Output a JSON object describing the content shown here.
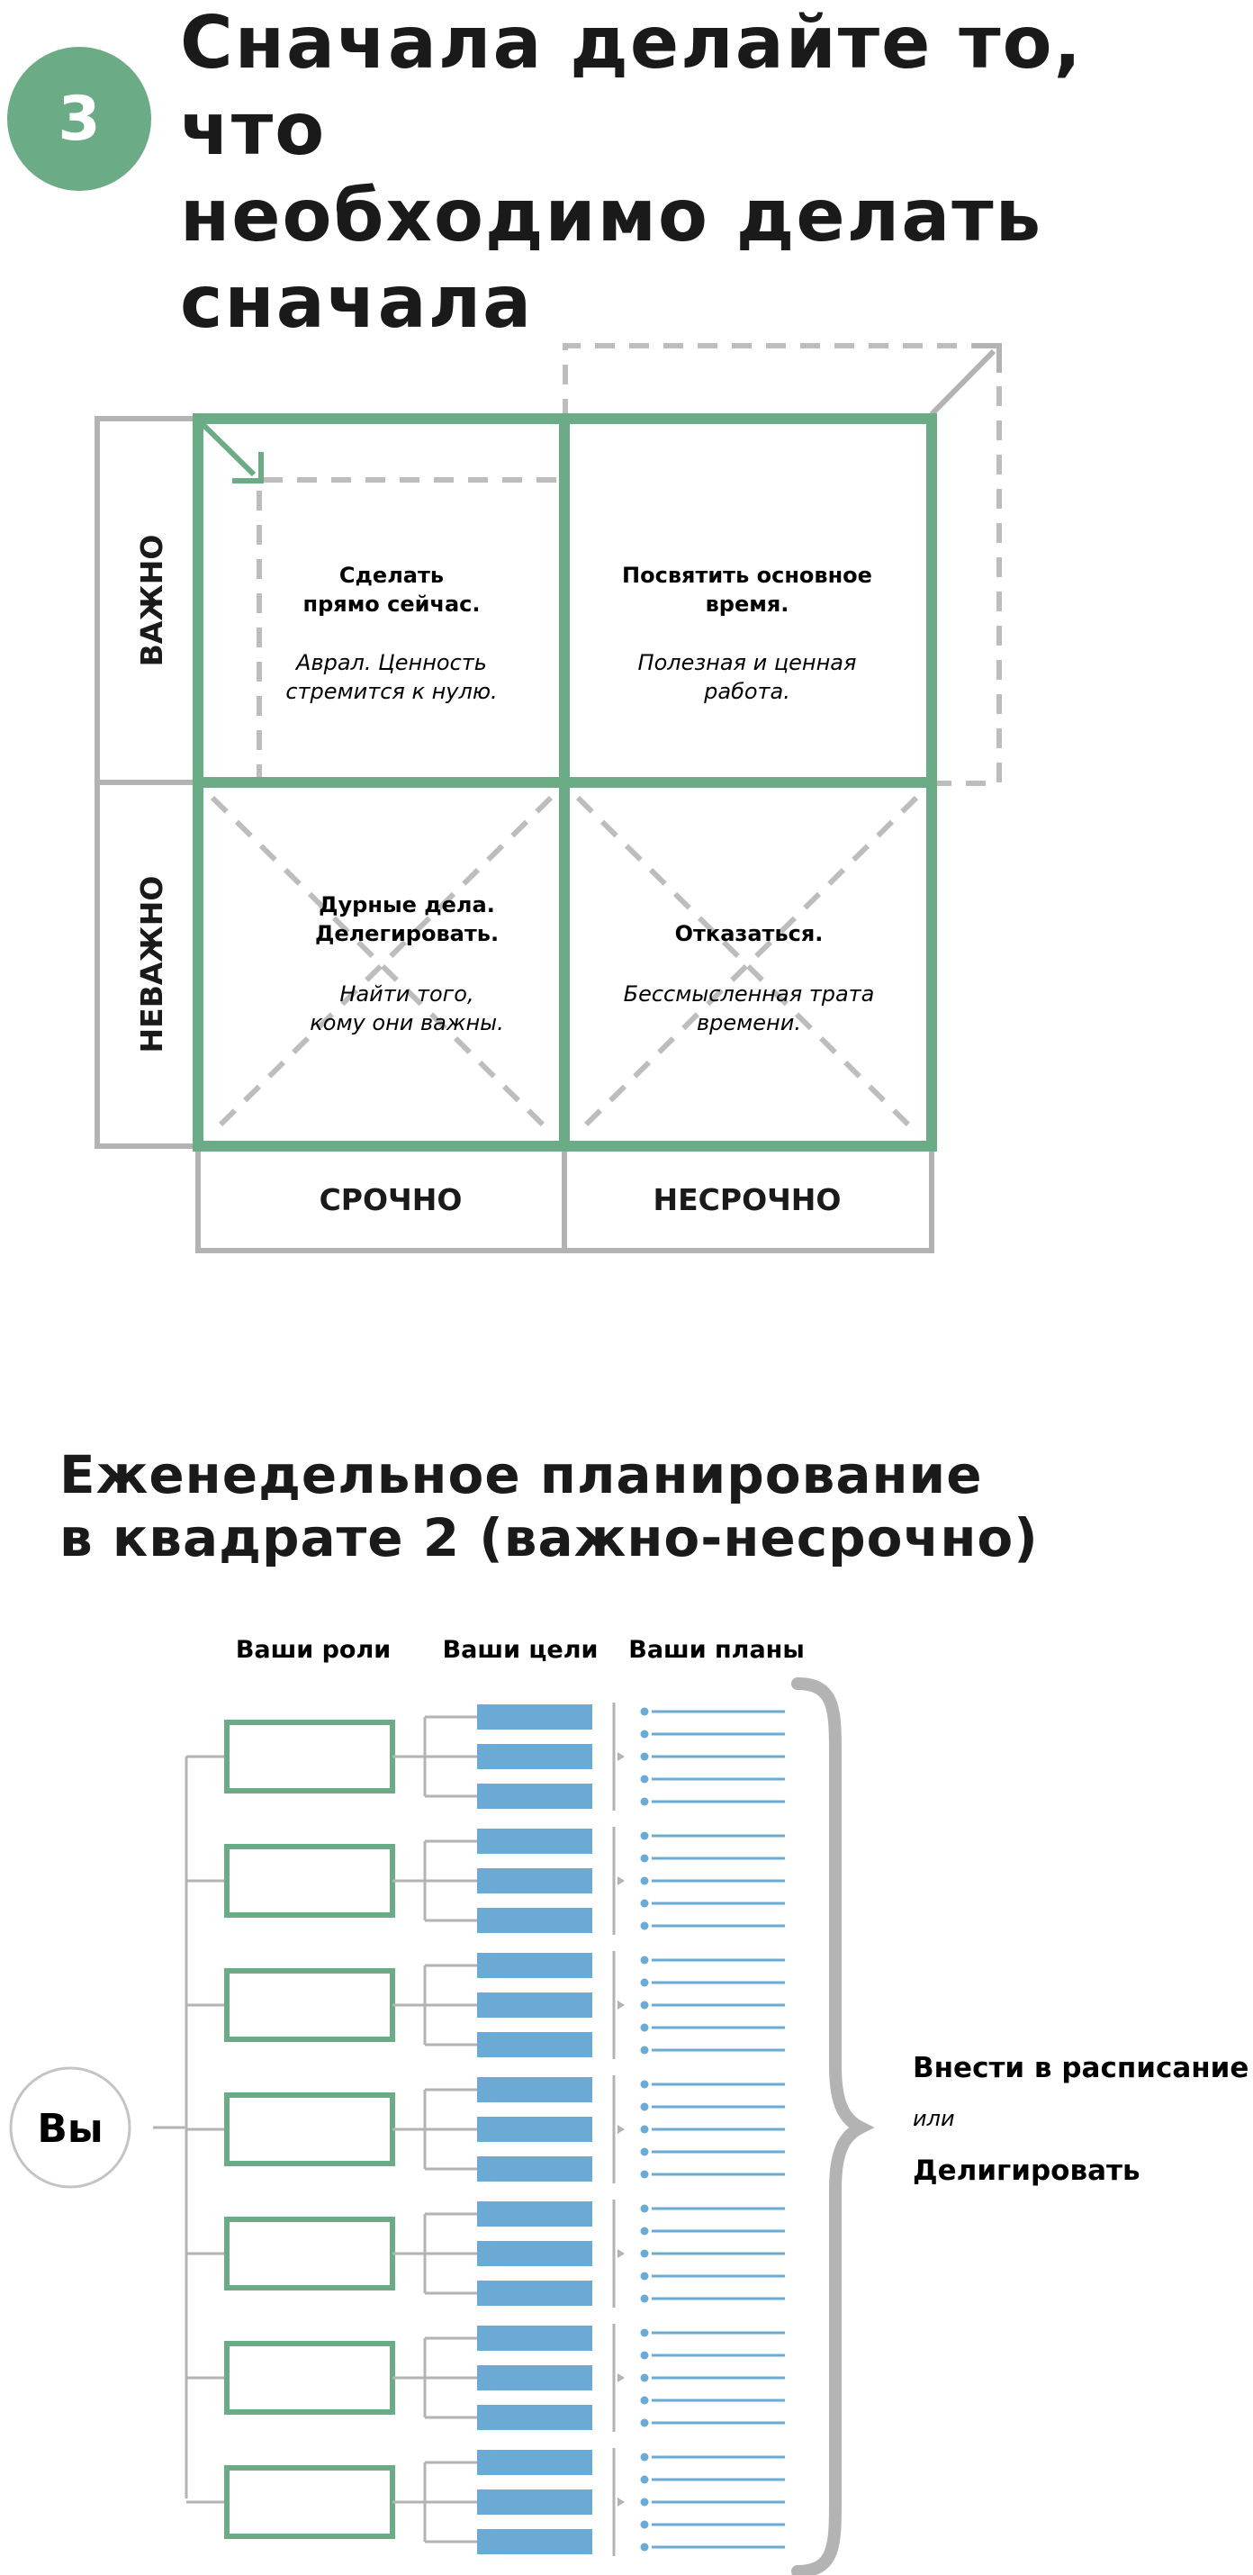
{
  "header": {
    "step_number": "3",
    "title_lines": [
      "Сначала делайте то, что",
      "необходимо делать",
      "сначала"
    ]
  },
  "matrix": {
    "row_labels": [
      "ВАЖНО",
      "НЕВАЖНО"
    ],
    "column_labels": [
      "СРОЧНО",
      "НЕСРОЧНО"
    ],
    "quadrants": [
      {
        "title_lines": [
          "Сделать",
          "прямо сейчас."
        ],
        "note_lines": [
          "Аврал. Ценность",
          "стремится к нулю."
        ]
      },
      {
        "title_lines": [
          "Посвятить основное",
          "время."
        ],
        "note_lines": [
          "Полезная и ценная",
          "работа."
        ]
      },
      {
        "title_lines": [
          "Дурные дела.",
          "Делегировать."
        ],
        "note_lines": [
          "Найти того,",
          "кому они важны."
        ]
      },
      {
        "title_lines": [
          "Отказаться."
        ],
        "note_lines": [
          "Бессмысленная трата",
          "времени."
        ]
      }
    ]
  },
  "planning": {
    "title_lines": [
      "Еженедельное планирование",
      "в квадрате 2 (важно-несрочно)"
    ],
    "col_headers": {
      "roles": "Ваши роли",
      "goals": "Ваши цели",
      "plans": "Ваши планы"
    },
    "you_label": "Вы",
    "role_count": 7,
    "goals_per_role": 3,
    "plans_per_role": 5,
    "outcome": {
      "line1": "Внести в расписание",
      "connector": "или",
      "line2": "Делигировать"
    }
  },
  "colors": {
    "green": "#6bac86",
    "gray": "#b3b3b3",
    "dash_gray": "#bdbdbd",
    "blue": "#6aaad4",
    "text": "#1a1a1a"
  }
}
